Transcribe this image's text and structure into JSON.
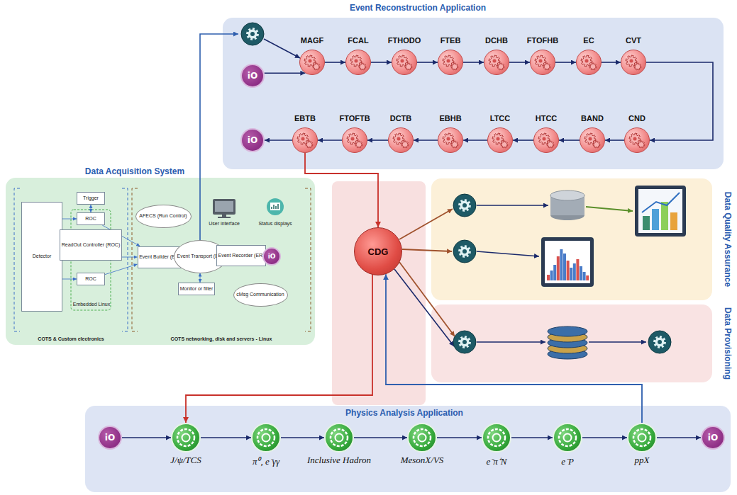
{
  "diagram": {
    "nodes": [
      {
        "text": [
          "Event Reconstruction Application"
        ]
      },
      {
        "text": [
          "iO"
        ],
        "in": 0
      },
      {
        "text": [
          "MAGF"
        ],
        "in": 0
      },
      {
        "text": [
          "FCAL"
        ],
        "in": 0
      },
      {
        "text": [
          "FTHODO"
        ],
        "in": 0
      },
      {
        "text": [
          "FTEB"
        ],
        "in": 0
      },
      {
        "text": [
          "DCHB"
        ],
        "in": 0
      },
      {
        "text": [
          "FTOFHB"
        ],
        "in": 0
      },
      {
        "text": [
          "EC"
        ],
        "in": 0
      },
      {
        "text": [
          "CVT"
        ],
        "in": 0
      },
      {
        "text": [
          "iO"
        ],
        "in": 0
      },
      {
        "text": [
          "EBTB"
        ],
        "in": 0
      },
      {
        "text": [
          "FTOFTB"
        ],
        "in": 0
      },
      {
        "text": [
          "DCTB"
        ],
        "in": 0
      },
      {
        "text": [
          "EBHB"
        ],
        "in": 0
      },
      {
        "text": [
          "LTCC"
        ],
        "in": 0
      },
      {
        "text": [
          "HTCC"
        ],
        "in": 0
      },
      {
        "text": [
          "BAND"
        ],
        "in": 0
      },
      {
        "text": [
          "CND"
        ],
        "in": 0
      },
      {
        "text": [
          "Data Acquisition System"
        ]
      },
      {
        "text": [
          "Detector"
        ],
        "in": 19
      },
      {
        "text": [
          "Trigger"
        ],
        "in": 19
      },
      {
        "text": [
          "ROC"
        ],
        "in": 19
      },
      {
        "text": [
          "ReadOut Controller (ROC)"
        ],
        "in": 19
      },
      {
        "text": [
          "ROC"
        ],
        "in": 19
      },
      {
        "text": [
          "AFECS (Run Control)"
        ],
        "in": 19
      },
      {
        "text": [
          "Event Builder (EB)"
        ],
        "in": 19
      },
      {
        "text": [
          "Event Transport (ET)"
        ],
        "in": 19
      },
      {
        "text": [
          "Event Recorder (ER)"
        ],
        "in": 19
      },
      {
        "text": [
          "iO"
        ],
        "in": 19
      },
      {
        "text": [
          "Monitor or filter"
        ],
        "in": 19
      },
      {
        "text": [
          "cMsg Communication"
        ],
        "in": 19
      },
      {
        "text": [
          "CDG"
        ]
      },
      {
        "text": [
          "Data Quality Assurance"
        ]
      },
      {
        "text": [
          "Data Provisioning"
        ]
      },
      {
        "text": [
          "Physics Analysis Application"
        ]
      },
      {
        "text": [
          "iO"
        ],
        "in": 35
      },
      {
        "text": [
          "J/ψ/TCS"
        ],
        "in": 35
      },
      {
        "text": [
          "π⁰, e⁻γγ"
        ],
        "in": 35
      },
      {
        "text": [
          "Inclusive Hadron"
        ],
        "in": 35
      },
      {
        "text": [
          "MesonX/VS"
        ],
        "in": 35
      },
      {
        "text": [
          "e⁻π⁺N"
        ],
        "in": 35
      },
      {
        "text": [
          "e⁻P"
        ],
        "in": 35
      },
      {
        "text": [
          "ppX"
        ],
        "in": 35
      },
      {
        "text": [
          "iO"
        ],
        "in": 35
      }
    ],
    "edges": [
      {
        "from": 1,
        "to": 2,
        "arrow": "to"
      },
      {
        "from": 2,
        "to": 3,
        "arrow": "to"
      },
      {
        "from": 3,
        "to": 4,
        "arrow": "to"
      },
      {
        "from": 4,
        "to": 5,
        "arrow": "to"
      },
      {
        "from": 5,
        "to": 6,
        "arrow": "to"
      },
      {
        "from": 6,
        "to": 7,
        "arrow": "to"
      },
      {
        "from": 7,
        "to": 8,
        "arrow": "to"
      },
      {
        "from": 8,
        "to": 9,
        "arrow": "to"
      },
      {
        "from": 9,
        "to": 18,
        "arrow": "to"
      },
      {
        "from": 18,
        "to": 17,
        "arrow": "to"
      },
      {
        "from": 17,
        "to": 16,
        "arrow": "to"
      },
      {
        "from": 16,
        "to": 15,
        "arrow": "to"
      },
      {
        "from": 15,
        "to": 14,
        "arrow": "to"
      },
      {
        "from": 14,
        "to": 13,
        "arrow": "to"
      },
      {
        "from": 13,
        "to": 12,
        "arrow": "to"
      },
      {
        "from": 12,
        "to": 11,
        "arrow": "to"
      },
      {
        "from": 11,
        "to": 10,
        "arrow": "to"
      },
      {
        "from": 11,
        "to": 32,
        "arrow": "to"
      },
      {
        "from": 20,
        "to": 22,
        "arrow": "to"
      },
      {
        "from": 20,
        "to": 23,
        "arrow": "to"
      },
      {
        "from": 20,
        "to": 24,
        "arrow": "to"
      },
      {
        "from": 21,
        "to": 22,
        "arrow": "both"
      },
      {
        "from": 22,
        "to": 26,
        "arrow": "to"
      },
      {
        "from": 23,
        "to": 26,
        "arrow": "to"
      },
      {
        "from": 24,
        "to": 26,
        "arrow": "to"
      },
      {
        "from": 26,
        "to": 27,
        "arrow": "to"
      },
      {
        "from": 27,
        "to": 28,
        "arrow": "to"
      },
      {
        "from": 28,
        "to": 29,
        "arrow": "to"
      },
      {
        "from": 30,
        "to": 27,
        "arrow": "both"
      },
      {
        "from": 32,
        "to": 37,
        "arrow": "to"
      },
      {
        "from": 43,
        "to": 32,
        "arrow": "to"
      },
      {
        "from": 36,
        "to": 37,
        "arrow": "to"
      },
      {
        "from": 37,
        "to": 38,
        "arrow": "to"
      },
      {
        "from": 38,
        "to": 39,
        "arrow": "to"
      },
      {
        "from": 39,
        "to": 40,
        "arrow": "to"
      },
      {
        "from": 40,
        "to": 41,
        "arrow": "to"
      },
      {
        "from": 41,
        "to": 42,
        "arrow": "to"
      },
      {
        "from": 42,
        "to": 43,
        "arrow": "to"
      },
      {
        "from": 43,
        "to": 44,
        "arrow": "to"
      }
    ],
    "labels": [
      "Embedded Linux",
      "COTS & Custom electronics",
      "COTS networking, disk and servers - Linux",
      "User interface",
      "Status displays"
    ]
  }
}
